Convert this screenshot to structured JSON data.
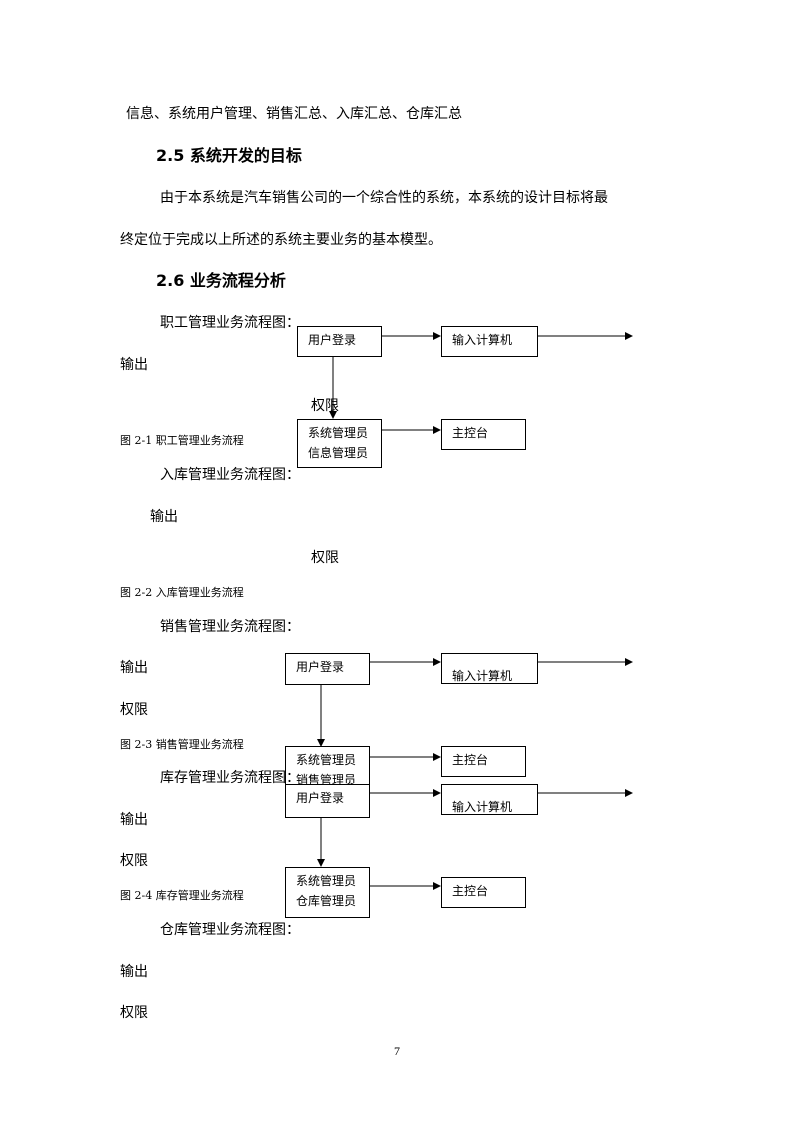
{
  "body": {
    "line_intro": "信息、系统用户管理、销售汇总、入库汇总、仓库汇总",
    "sec25": {
      "heading": "2.5 系统开发的目标",
      "para1": "由于本系统是汽车销售公司的一个综合性的系统，本系统的设计目标将最",
      "para2": "终定位于完成以上所述的系统主要业务的基本模型。"
    },
    "sec26": {
      "heading": "2.6 业务流程分析"
    }
  },
  "flows": {
    "staff": {
      "title": "职工管理业务流程图：",
      "output": "输出",
      "perm": "权限",
      "caption": "图 2-1 职工管理业务流程",
      "boxes": {
        "login": "用户登录",
        "input": "输入计算机",
        "admin1": "系统管理员",
        "admin2": "信息管理员",
        "console": "主控台"
      }
    },
    "instock": {
      "title": "入库管理业务流程图：",
      "output": "输出",
      "perm": "权限",
      "caption": "图 2-2 入库管理业务流程"
    },
    "sales": {
      "title": "销售管理业务流程图：",
      "output": "输出",
      "perm": "权限",
      "caption": "图 2-3 销售管理业务流程",
      "boxes": {
        "login": "用户登录",
        "input": "输入计算机",
        "admin1": "系统管理员",
        "admin2": "销售管理员",
        "console": "主控台"
      }
    },
    "inventory": {
      "title": "库存管理业务流程图：",
      "output": "输出",
      "perm": "权限",
      "caption": "图 2-4 库存管理业务流程",
      "boxes": {
        "login": "用户登录",
        "input": "输入计算机",
        "admin1": "系统管理员",
        "admin2": "仓库管理员",
        "console": "主控台"
      }
    },
    "warehouse": {
      "title": "仓库管理业务流程图：",
      "output": "输出",
      "perm": "权限"
    }
  },
  "page_number": "7"
}
